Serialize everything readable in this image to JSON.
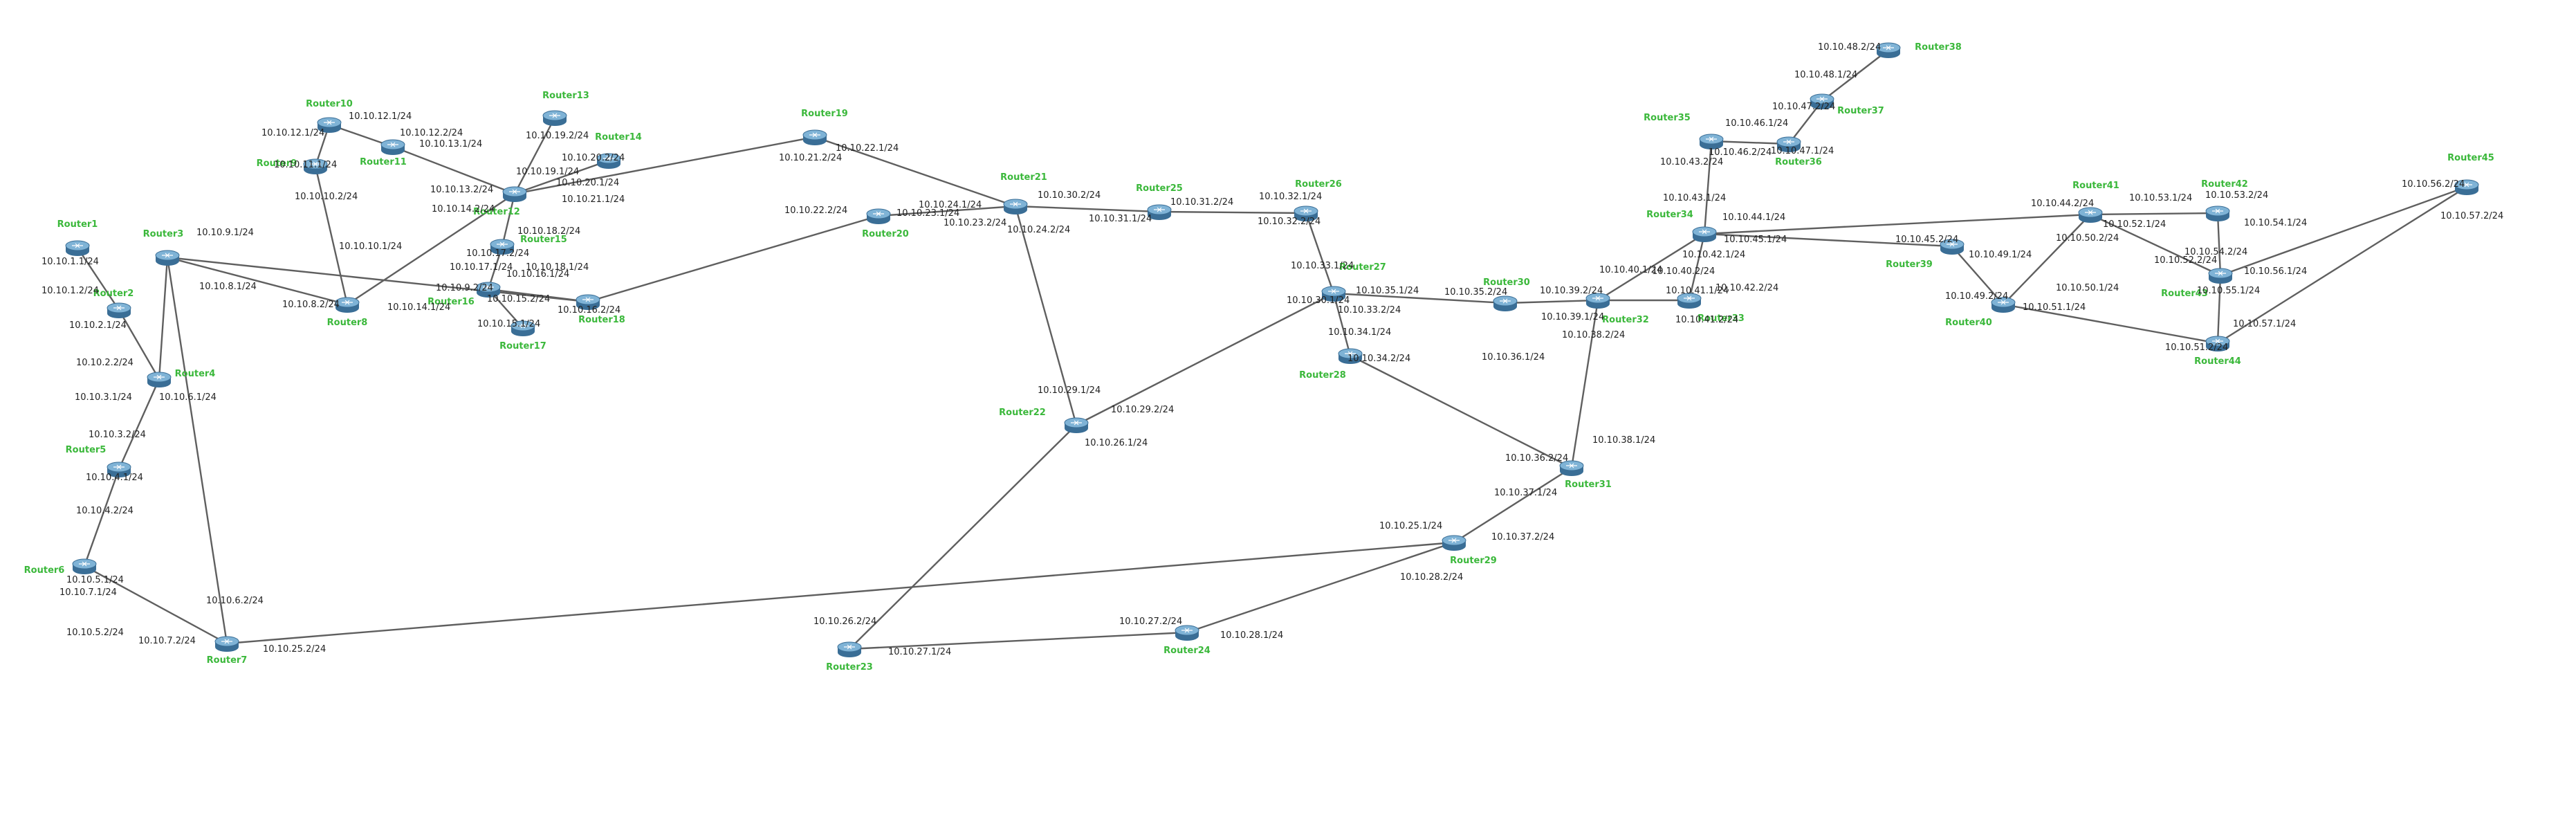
{
  "colors": {
    "background": "#ffffff",
    "link": "#5f5f5f",
    "router_label": "#3bb83b",
    "interface_label": "#222222",
    "router_top": "#7fb3d6",
    "router_side": "#3a6e96"
  },
  "routers": [
    {
      "id": "r1",
      "label": "Router1",
      "icon": "router-icon"
    },
    {
      "id": "r2",
      "label": "Router2",
      "icon": "router-icon"
    },
    {
      "id": "r3",
      "label": "Router3",
      "icon": "router-icon"
    },
    {
      "id": "r4",
      "label": "Router4",
      "icon": "router-icon"
    },
    {
      "id": "r5",
      "label": "Router5",
      "icon": "router-icon"
    },
    {
      "id": "r6",
      "label": "Router6",
      "icon": "router-icon"
    },
    {
      "id": "r7",
      "label": "Router7",
      "icon": "router-icon"
    },
    {
      "id": "r8",
      "label": "Router8",
      "icon": "router-icon"
    },
    {
      "id": "r9",
      "label": "Router9",
      "icon": "router-icon"
    },
    {
      "id": "r10",
      "label": "Router10",
      "icon": "router-icon"
    },
    {
      "id": "r11",
      "label": "Router11",
      "icon": "router-icon"
    },
    {
      "id": "r12",
      "label": "Router12",
      "icon": "router-icon"
    },
    {
      "id": "r13",
      "label": "Router13",
      "icon": "router-icon"
    },
    {
      "id": "r14",
      "label": "Router14",
      "icon": "router-icon"
    },
    {
      "id": "r15",
      "label": "Router15",
      "icon": "router-icon"
    },
    {
      "id": "r16",
      "label": "Router16",
      "icon": "router-icon"
    },
    {
      "id": "r17",
      "label": "Router17",
      "icon": "router-icon"
    },
    {
      "id": "r18",
      "label": "Router18",
      "icon": "router-icon"
    },
    {
      "id": "r19",
      "label": "Router19",
      "icon": "router-icon"
    },
    {
      "id": "r20",
      "label": "Router20",
      "icon": "router-icon"
    },
    {
      "id": "r21",
      "label": "Router21",
      "icon": "router-icon"
    },
    {
      "id": "r22",
      "label": "Router22",
      "icon": "router-icon"
    },
    {
      "id": "r23",
      "label": "Router23",
      "icon": "router-icon"
    },
    {
      "id": "r24",
      "label": "Router24",
      "icon": "router-icon"
    },
    {
      "id": "r25",
      "label": "Router25",
      "icon": "router-icon"
    },
    {
      "id": "r26",
      "label": "Router26",
      "icon": "router-icon"
    },
    {
      "id": "r27",
      "label": "Router27",
      "icon": "router-icon"
    },
    {
      "id": "r28",
      "label": "Router28",
      "icon": "router-icon"
    },
    {
      "id": "r29",
      "label": "Router29",
      "icon": "router-icon"
    },
    {
      "id": "r30",
      "label": "Router30",
      "icon": "router-icon"
    },
    {
      "id": "r31",
      "label": "Router31",
      "icon": "router-icon"
    },
    {
      "id": "r32",
      "label": "Router32",
      "icon": "router-icon"
    },
    {
      "id": "r33",
      "label": "Router33",
      "icon": "router-icon"
    },
    {
      "id": "r34",
      "label": "Router34",
      "icon": "router-icon"
    },
    {
      "id": "r35",
      "label": "Router35",
      "icon": "router-icon"
    },
    {
      "id": "r36",
      "label": "Router36",
      "icon": "router-icon"
    },
    {
      "id": "r37",
      "label": "Router37",
      "icon": "router-icon"
    },
    {
      "id": "r38",
      "label": "Router38",
      "icon": "router-icon"
    },
    {
      "id": "r39",
      "label": "Router39",
      "icon": "router-icon"
    },
    {
      "id": "r40",
      "label": "Router40",
      "icon": "router-icon"
    },
    {
      "id": "r41",
      "label": "Router41",
      "icon": "router-icon"
    },
    {
      "id": "r42",
      "label": "Router42",
      "icon": "router-icon"
    },
    {
      "id": "r43",
      "label": "Router43",
      "icon": "router-icon"
    },
    {
      "id": "r44",
      "label": "Router44",
      "icon": "router-icon"
    },
    {
      "id": "r45",
      "label": "Router45",
      "icon": "router-icon"
    }
  ],
  "links": [
    {
      "from": "r1",
      "to": "r2"
    },
    {
      "from": "r2",
      "to": "r4"
    },
    {
      "from": "r3",
      "to": "r4"
    },
    {
      "from": "r3",
      "to": "r8"
    },
    {
      "from": "r3",
      "to": "r7"
    },
    {
      "from": "r3",
      "to": "r18"
    },
    {
      "from": "r4",
      "to": "r5"
    },
    {
      "from": "r5",
      "to": "r6"
    },
    {
      "from": "r6",
      "to": "r7"
    },
    {
      "from": "r7",
      "to": "r29"
    },
    {
      "from": "r9",
      "to": "r10"
    },
    {
      "from": "r9",
      "to": "r8"
    },
    {
      "from": "r10",
      "to": "r11"
    },
    {
      "from": "r11",
      "to": "r12"
    },
    {
      "from": "r12",
      "to": "r13"
    },
    {
      "from": "r12",
      "to": "r14"
    },
    {
      "from": "r12",
      "to": "r15"
    },
    {
      "from": "r12",
      "to": "r8"
    },
    {
      "from": "r12",
      "to": "r19"
    },
    {
      "from": "r15",
      "to": "r16"
    },
    {
      "from": "r16",
      "to": "r17"
    },
    {
      "from": "r16",
      "to": "r18"
    },
    {
      "from": "r18",
      "to": "r20"
    },
    {
      "from": "r19",
      "to": "r21"
    },
    {
      "from": "r20",
      "to": "r21"
    },
    {
      "from": "r21",
      "to": "r25"
    },
    {
      "from": "r21",
      "to": "r22"
    },
    {
      "from": "r22",
      "to": "r27"
    },
    {
      "from": "r22",
      "to": "r23"
    },
    {
      "from": "r23",
      "to": "r24"
    },
    {
      "from": "r24",
      "to": "r29"
    },
    {
      "from": "r25",
      "to": "r26"
    },
    {
      "from": "r26",
      "to": "r27"
    },
    {
      "from": "r27",
      "to": "r28"
    },
    {
      "from": "r27",
      "to": "r30"
    },
    {
      "from": "r28",
      "to": "r31"
    },
    {
      "from": "r29",
      "to": "r31"
    },
    {
      "from": "r30",
      "to": "r32"
    },
    {
      "from": "r31",
      "to": "r32"
    },
    {
      "from": "r32",
      "to": "r33"
    },
    {
      "from": "r32",
      "to": "r34"
    },
    {
      "from": "r33",
      "to": "r34"
    },
    {
      "from": "r34",
      "to": "r35"
    },
    {
      "from": "r34",
      "to": "r41"
    },
    {
      "from": "r34",
      "to": "r39"
    },
    {
      "from": "r35",
      "to": "r36"
    },
    {
      "from": "r36",
      "to": "r37"
    },
    {
      "from": "r37",
      "to": "r38"
    },
    {
      "from": "r39",
      "to": "r40"
    },
    {
      "from": "r40",
      "to": "r41"
    },
    {
      "from": "r40",
      "to": "r44"
    },
    {
      "from": "r41",
      "to": "r42"
    },
    {
      "from": "r41",
      "to": "r43"
    },
    {
      "from": "r42",
      "to": "r43"
    },
    {
      "from": "r43",
      "to": "r44"
    },
    {
      "from": "r43",
      "to": "r45"
    },
    {
      "from": "r44",
      "to": "r45"
    }
  ],
  "interface_labels": [
    "10.10.1.1/24",
    "10.10.1.2/24",
    "10.10.2.1/24",
    "10.10.2.2/24",
    "10.10.3.1/24",
    "10.10.3.2/24",
    "10.10.4.1/24",
    "10.10.4.2/24",
    "10.10.5.1/24",
    "10.10.5.2/24",
    "10.10.6.1/24",
    "10.10.6.2/24",
    "10.10.7.1/24",
    "10.10.7.2/24",
    "10.10.8.1/24",
    "10.10.8.2/24",
    "10.10.9.1/24",
    "10.10.9.2/24",
    "10.10.10.1/24",
    "10.10.10.2/24",
    "10.10.11.1/24",
    "10.10.12.1/24",
    "10.10.12.1/24",
    "10.10.12.2/24",
    "10.10.13.1/24",
    "10.10.13.2/24",
    "10.10.14.1/24",
    "10.10.14.2/24",
    "10.10.15.1/24",
    "10.10.15.2/24",
    "10.10.16.1/24",
    "10.10.16.2/24",
    "10.10.17.1/24",
    "10.10.17.2/24",
    "10.10.18.1/24",
    "10.10.18.2/24",
    "10.10.19.1/24",
    "10.10.19.2/24",
    "10.10.20.1/24",
    "10.10.20.2/24",
    "10.10.21.1/24",
    "10.10.21.2/24",
    "10.10.22.1/24",
    "10.10.22.2/24",
    "10.10.23.1/24",
    "10.10.23.2/24",
    "10.10.24.1/24",
    "10.10.24.2/24",
    "10.10.25.1/24",
    "10.10.25.2/24",
    "10.10.26.1/24",
    "10.10.26.2/24",
    "10.10.27.1/24",
    "10.10.27.2/24",
    "10.10.28.1/24",
    "10.10.28.2/24",
    "10.10.29.1/24",
    "10.10.29.2/24",
    "10.10.30.1/24",
    "10.10.30.2/24",
    "10.10.31.1/24",
    "10.10.31.2/24",
    "10.10.32.1/24",
    "10.10.32.2/24",
    "10.10.33.1/24",
    "10.10.33.2/24",
    "10.10.34.1/24",
    "10.10.34.2/24",
    "10.10.35.1/24",
    "10.10.35.2/24",
    "10.10.36.1/24",
    "10.10.36.2/24",
    "10.10.37.1/24",
    "10.10.37.2/24",
    "10.10.38.1/24",
    "10.10.38.2/24",
    "10.10.39.1/24",
    "10.10.39.2/24",
    "10.10.40.1/24",
    "10.10.40.2/24",
    "10.10.41.1/24",
    "10.10.41.2/24",
    "10.10.42.1/24",
    "10.10.42.2/24",
    "10.10.43.1/24",
    "10.10.43.2/24",
    "10.10.44.1/24",
    "10.10.44.2/24",
    "10.10.45.1/24",
    "10.10.45.2/24",
    "10.10.46.1/24",
    "10.10.46.2/24",
    "10.10.47.1/24",
    "10.10.47.2/24",
    "10.10.48.1/24",
    "10.10.48.2/24",
    "10.10.49.1/24",
    "10.10.49.2/24",
    "10.10.50.1/24",
    "10.10.50.2/24",
    "10.10.51.1/24",
    "10.10.51.2/24",
    "10.10.52.1/24",
    "10.10.52.2/24",
    "10.10.53.1/24",
    "10.10.53.2/24",
    "10.10.54.1/24",
    "10.10.54.2/24",
    "10.10.55.1/24",
    "10.10.56.1/24",
    "10.10.56.2/24",
    "10.10.57.1/24",
    "10.10.57.2/24"
  ]
}
